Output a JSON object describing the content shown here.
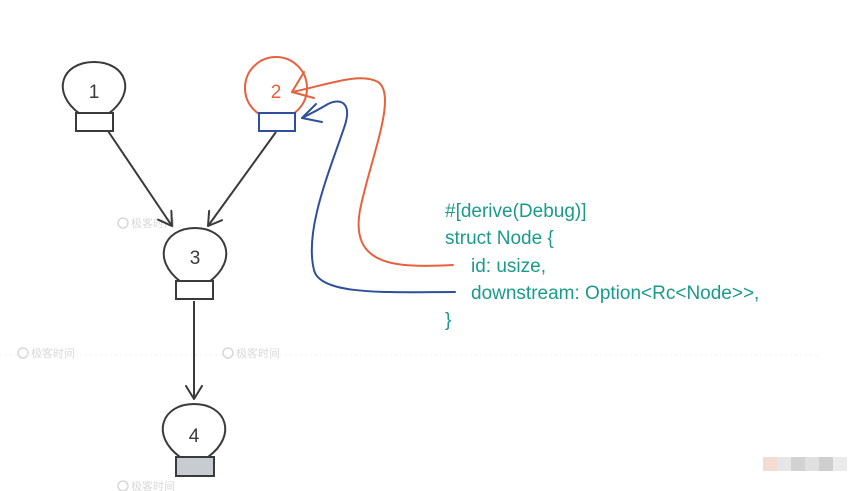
{
  "nodes": [
    {
      "id": "node-1",
      "label": "1"
    },
    {
      "id": "node-2",
      "label": "2"
    },
    {
      "id": "node-3",
      "label": "3"
    },
    {
      "id": "node-4",
      "label": "4"
    }
  ],
  "code": {
    "line1": "#[derive(Debug)]",
    "line2": "struct Node {",
    "line3": "id: usize,",
    "line4": "downstream: Option<Rc<Node>>,",
    "line5": "}"
  },
  "watermark": "极客时间",
  "colors": {
    "ink": "#3a3a3a",
    "highlight": "#e8613c",
    "link": "#2f4f9c",
    "code": "#1a9a8c",
    "box_fill_gray": "#c7cbd2",
    "watermark": "#d8d8d8"
  }
}
